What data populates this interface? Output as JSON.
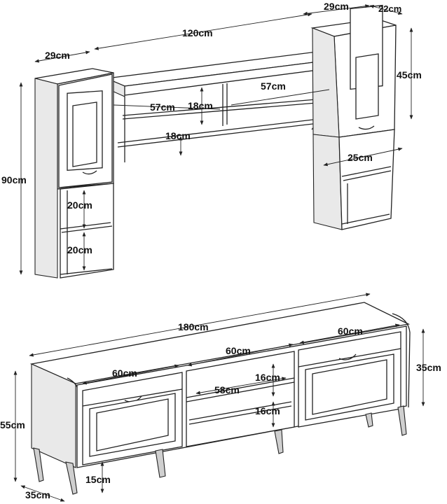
{
  "wall_unit": {
    "overall_width": "120cm",
    "left_tower_width": "29cm",
    "right_tower_width": "29cm",
    "right_tower_depth": "22cm",
    "overall_height": "90cm",
    "upper_cabinet_height": "45cm",
    "shelf_left_width": "57cm",
    "shelf_right_width": "57cm",
    "shelf_height": "18cm",
    "bridge_height": "18cm",
    "left_open_top": "20cm",
    "left_open_bottom": "20cm",
    "right_open": "25cm"
  },
  "tv_unit": {
    "overall_width": "180cm",
    "drawer_left_width": "60cm",
    "middle_width": "60cm",
    "drawer_right_width": "60cm",
    "inner_shelf_width": "58cm",
    "upper_compartment": "16cm",
    "lower_compartment": "16cm",
    "height_right": "35cm",
    "overall_height": "55cm",
    "leg_height": "15cm",
    "depth": "35cm"
  }
}
